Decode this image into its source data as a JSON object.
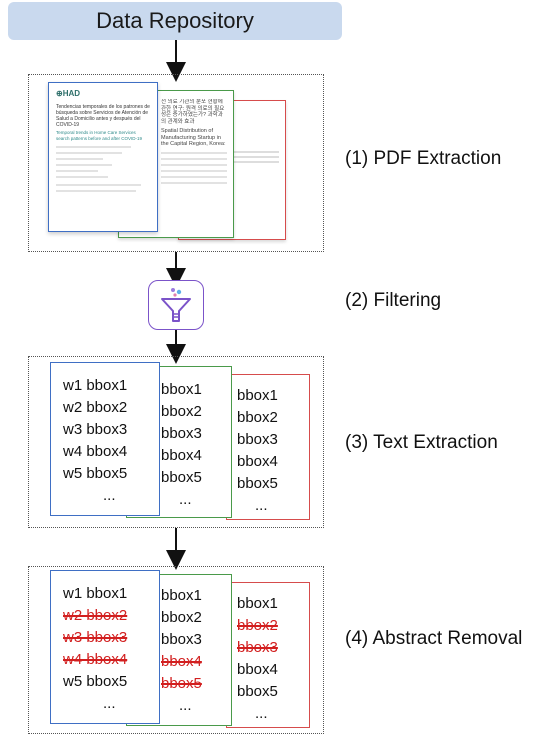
{
  "repository": {
    "label": "Data Repository"
  },
  "stages": [
    {
      "label": "(1)  PDF Extraction"
    },
    {
      "label": "(2)  Filtering"
    },
    {
      "label": "(3)  Text Extraction"
    },
    {
      "label": "(4)  Abstract Removal"
    }
  ],
  "pdf": {
    "logo": "⊕HAD",
    "title_es": "Tendencias temporales de los patrones de búsqueda sobre Servicios de Atención de Salud a Domicilio antes y después del COVID-19",
    "title_en": "Temporal trends in Home Care Services search patterns before and after COVID-19",
    "title_ko": "전 의료 기관의 분포 현황에 관한 연구: 원격 의료의 필요성은 증가하였는가? 과학과의 관계와 효과",
    "title_ko_en": "Spatial Distribution of Manufacturing Startup in the Capital Region, Korea: Does Location Matter?"
  },
  "text_extraction": {
    "page1": [
      "w1  bbox1",
      "w2  bbox2",
      "w3  bbox3",
      "w4  bbox4",
      "w5  bbox5",
      "..."
    ],
    "page2": [
      "bbox1",
      "bbox2",
      "bbox3",
      "bbox4",
      "bbox5",
      "..."
    ],
    "page3": [
      "bbox1",
      "bbox2",
      "bbox3",
      "bbox4",
      "bbox5",
      "..."
    ]
  },
  "abstract_removal": {
    "page1": [
      {
        "text": "w1  bbox1",
        "removed": false
      },
      {
        "text": "w2  bbox2",
        "removed": true
      },
      {
        "text": "w3  bbox3",
        "removed": true
      },
      {
        "text": "w4  bbox4",
        "removed": true
      },
      {
        "text": "w5  bbox5",
        "removed": false
      },
      {
        "text": "...",
        "removed": false
      }
    ],
    "page2": [
      {
        "text": "bbox1",
        "removed": false
      },
      {
        "text": "bbox2",
        "removed": false
      },
      {
        "text": "bbox3",
        "removed": false
      },
      {
        "text": "bbox4",
        "removed": true
      },
      {
        "text": "bbox5",
        "removed": true
      },
      {
        "text": "...",
        "removed": false
      }
    ],
    "page3": [
      {
        "text": "bbox1",
        "removed": false
      },
      {
        "text": "bbox2",
        "removed": true
      },
      {
        "text": "bbox3",
        "removed": true
      },
      {
        "text": "bbox4",
        "removed": false
      },
      {
        "text": "bbox5",
        "removed": false
      },
      {
        "text": "...",
        "removed": false
      }
    ]
  },
  "colors": {
    "blue": "#3f6fc4",
    "green": "#4a9a4a",
    "red": "#d64c4c",
    "repo_bg": "#c9d9ee",
    "strike": "#d21f1f",
    "filter_purple": "#7b53c9"
  },
  "icons": {
    "filter": "funnel-filter-icon"
  }
}
